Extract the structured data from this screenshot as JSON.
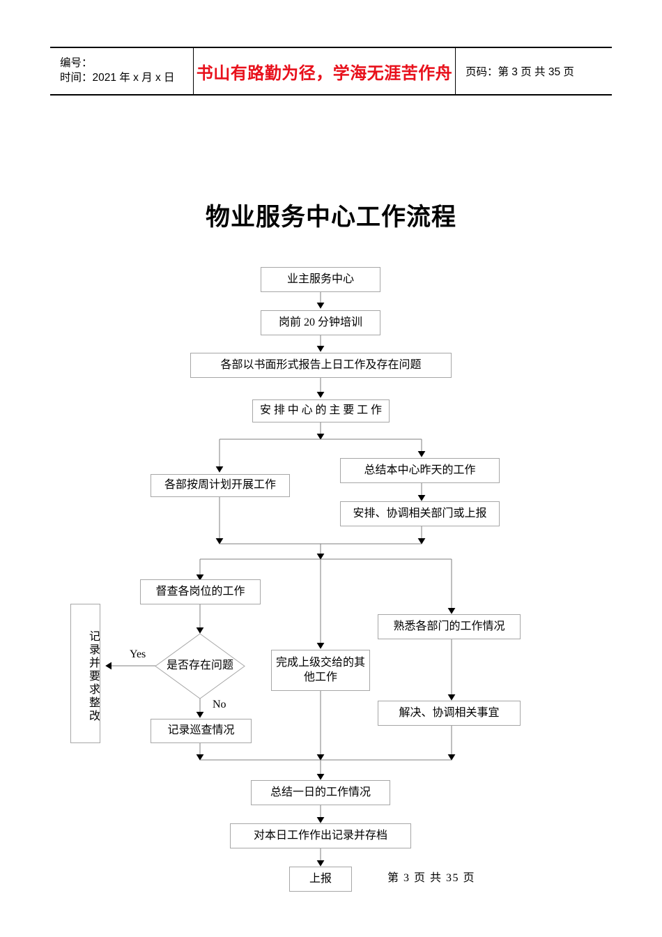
{
  "header": {
    "left_line1": "编号：",
    "left_line2": "时间：2021 年 x 月 x 日",
    "motto": "书山有路勤为径，学海无涯苦作舟",
    "page_label": "页码：第 3 页  共 35 页"
  },
  "title": "物业服务中心工作流程",
  "footer": {
    "page_info": "第 3 页 共 35 页"
  },
  "colors": {
    "motto_red": "#e8101b",
    "box_border": "#a6a6a6",
    "connector": "#7f7f7f",
    "arrow_fill": "#000000",
    "text": "#000000"
  },
  "flow": {
    "nodes": [
      {
        "id": "n1",
        "name": "owner-service-center",
        "label": "业主服务中心",
        "shape": "rect"
      },
      {
        "id": "n2",
        "name": "pre-shift-training",
        "label": "岗前 20 分钟培训",
        "shape": "rect"
      },
      {
        "id": "n3",
        "name": "written-report",
        "label": "各部以书面形式报告上日工作及存在问题",
        "shape": "rect"
      },
      {
        "id": "n4",
        "name": "arrange-center-main-work",
        "label": "安排中心的主要工作",
        "shape": "rect"
      },
      {
        "id": "n5",
        "name": "weekly-plan-work",
        "label": "各部按周计划开展工作",
        "shape": "rect"
      },
      {
        "id": "n6",
        "name": "summarize-yesterday-work",
        "label": "总结本中心昨天的工作",
        "shape": "rect"
      },
      {
        "id": "n7",
        "name": "arrange-coordinate-report",
        "label": "安排、协调相关部门或上报",
        "shape": "rect"
      },
      {
        "id": "n8",
        "name": "supervise-post-work",
        "label": "督查各岗位的工作",
        "shape": "rect"
      },
      {
        "id": "n9",
        "name": "familiar-dept-work",
        "label": "熟悉各部门的工作情况",
        "shape": "rect"
      },
      {
        "id": "n10",
        "name": "record-and-require-rectify",
        "label": "记录并要求整改",
        "shape": "rect-vertical"
      },
      {
        "id": "n11",
        "name": "has-problem-decision",
        "label": "是否存在问题",
        "shape": "diamond"
      },
      {
        "id": "n12",
        "name": "complete-superior-tasks",
        "label": "完成上级交给的其他工作",
        "shape": "rect"
      },
      {
        "id": "n13",
        "name": "resolve-coordinate-matters",
        "label": "解决、协调相关事宜",
        "shape": "rect"
      },
      {
        "id": "n14",
        "name": "record-patrol-situation",
        "label": "记录巡查情况",
        "shape": "rect"
      },
      {
        "id": "n15",
        "name": "summarize-day-work",
        "label": "总结一日的工作情况",
        "shape": "rect"
      },
      {
        "id": "n16",
        "name": "record-and-archive",
        "label": "对本日工作作出记录并存档",
        "shape": "rect"
      },
      {
        "id": "n17",
        "name": "report-upward",
        "label": "上报",
        "shape": "rect"
      }
    ],
    "edge_labels": [
      {
        "id": "yes",
        "name": "edge-label-yes",
        "text": "Yes"
      },
      {
        "id": "no",
        "name": "edge-label-no",
        "text": "No"
      }
    ]
  }
}
